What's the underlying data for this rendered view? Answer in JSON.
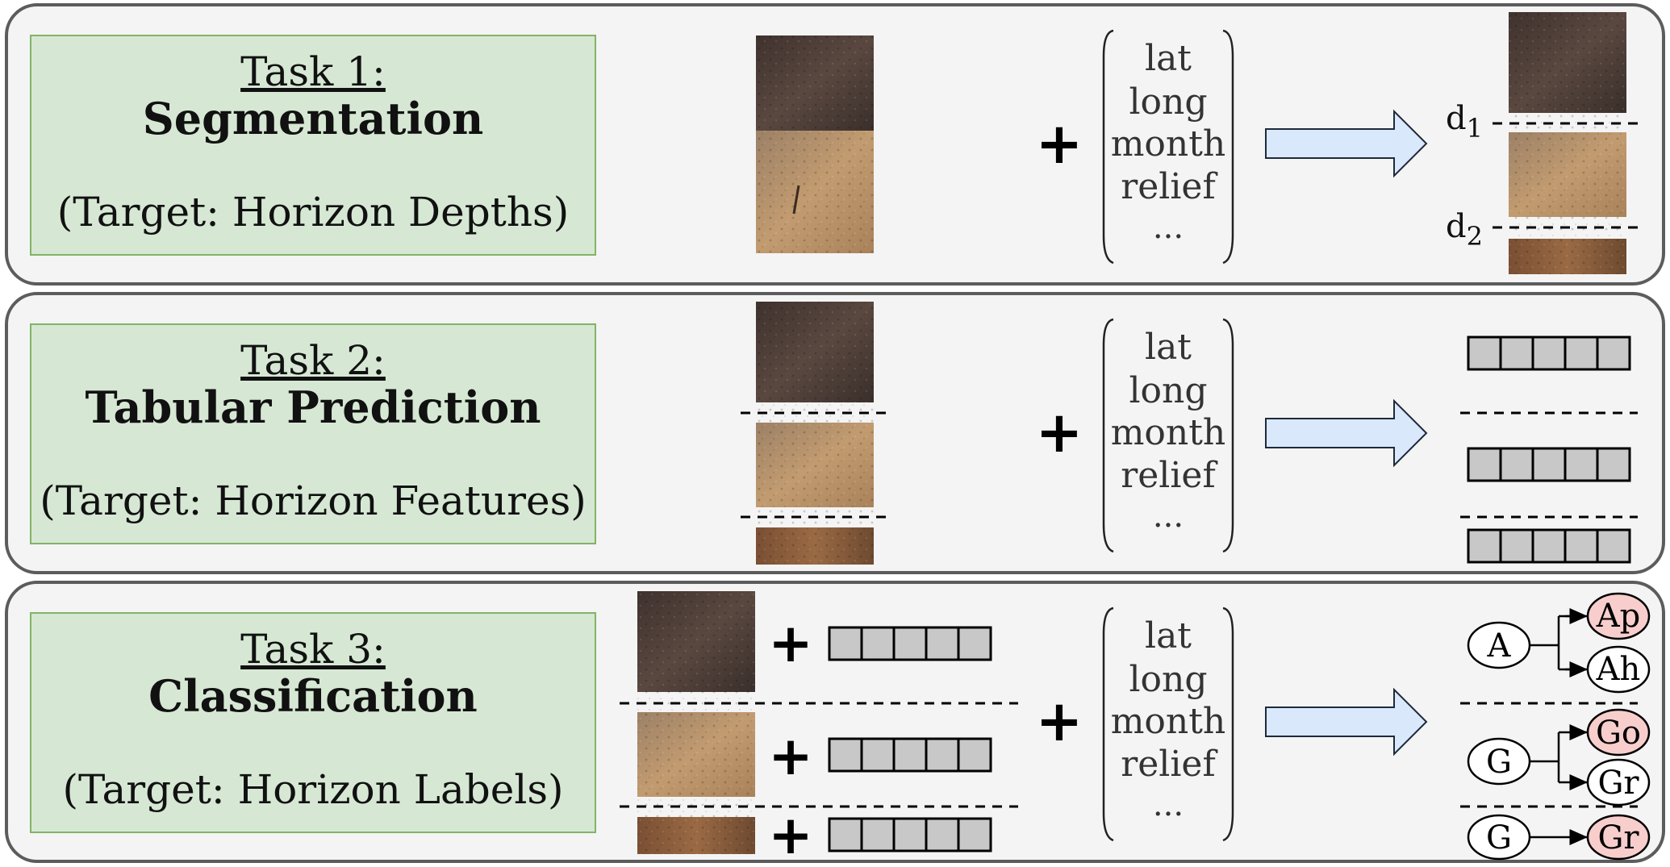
{
  "tasks": [
    {
      "heading": "Task 1:",
      "name": "Segmentation",
      "target": "(Target: Horizon Depths)",
      "metadata": [
        "lat",
        "long",
        "month",
        "relief",
        "..."
      ],
      "depth_labels": [
        "d1",
        "d2"
      ]
    },
    {
      "heading": "Task 2:",
      "name": "Tabular Prediction",
      "target": "(Target: Horizon Features)",
      "metadata": [
        "lat",
        "long",
        "month",
        "relief",
        "..."
      ]
    },
    {
      "heading": "Task 3:",
      "name": "Classification",
      "target": "(Target: Horizon Labels)",
      "metadata": [
        "lat",
        "long",
        "month",
        "relief",
        "..."
      ],
      "trees": [
        {
          "parent": "A",
          "children": [
            "Ap",
            "Ah"
          ],
          "highlighted": "Ap"
        },
        {
          "parent": "G",
          "children": [
            "Go",
            "Gr"
          ],
          "highlighted": "Go"
        },
        {
          "parent": "G",
          "children": [
            "Gr"
          ],
          "highlighted": "Gr"
        }
      ]
    }
  ],
  "plus_symbol": "+",
  "colors": {
    "panel_bg": "#f4f4f4",
    "task_box": "#d6e8d4",
    "task_border": "#82b366",
    "arrow": "#dae8fc",
    "cell": "#c8c8c8",
    "highlight_node": "#f8cecc",
    "soil_top": "#4a3b35",
    "soil_mid": "#b08a62",
    "soil_bottom": "#8b5a35"
  },
  "icons": [
    "soil-image",
    "feature-vector",
    "right-arrow",
    "plus-sign"
  ]
}
